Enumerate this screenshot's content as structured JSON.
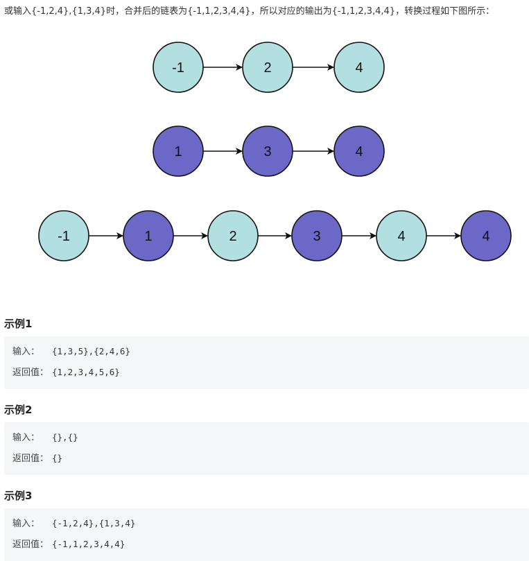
{
  "intro_text": "或输入{-1,2,4},{1,3,4}时，合并后的链表为{-1,1,2,3,4,4}，所以对应的输出为{-1,1,2,3,4,4}，转换过程如下图所示：",
  "colors": {
    "list_a_node": "#b2dfdf",
    "list_b_node": "#6b68c8",
    "stroke": "#111111",
    "example_bg": "#f5f6f8"
  },
  "diagram": {
    "list_a": [
      "-1",
      "2",
      "4"
    ],
    "list_b": [
      "1",
      "3",
      "4"
    ],
    "merged": [
      {
        "value": "-1",
        "source": "a"
      },
      {
        "value": "1",
        "source": "b"
      },
      {
        "value": "2",
        "source": "a"
      },
      {
        "value": "3",
        "source": "b"
      },
      {
        "value": "4",
        "source": "a"
      },
      {
        "value": "4",
        "source": "b"
      }
    ]
  },
  "examples": [
    {
      "title": "示例1",
      "input_label": "输入：",
      "input_value": "{1,3,5},{2,4,6}",
      "output_label": "返回值：",
      "output_value": "{1,2,3,4,5,6}"
    },
    {
      "title": "示例2",
      "input_label": "输入：",
      "input_value": "{},{}",
      "output_label": "返回值：",
      "output_value": "{}"
    },
    {
      "title": "示例3",
      "input_label": "输入：",
      "input_value": "{-1,2,4},{1,3,4}",
      "output_label": "返回值：",
      "output_value": "{-1,1,2,3,4,4}"
    }
  ]
}
